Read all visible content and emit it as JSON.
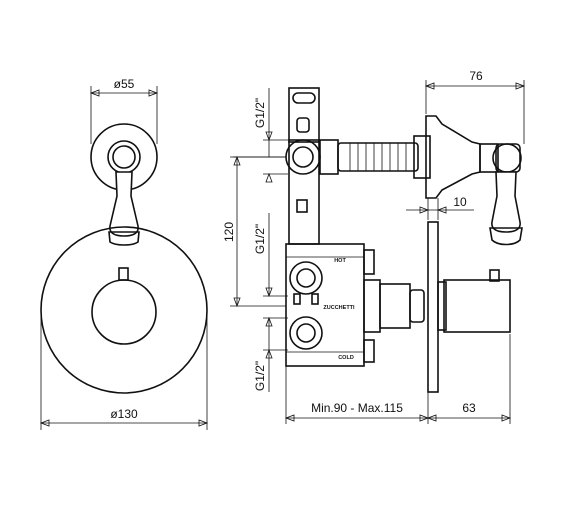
{
  "dimensions": {
    "d55": "ø55",
    "d130": "ø130",
    "d76": "76",
    "d10": "10",
    "d120": "120",
    "g_top": "G1/2\"",
    "g_mid": "G1/2\"",
    "g_bot": "G1/2\"",
    "min_max": "Min.90 - Max.115",
    "d63": "63"
  },
  "body_labels": {
    "hot": "HOT",
    "brand": "ZUCCHETTI",
    "cold": "COLD"
  }
}
